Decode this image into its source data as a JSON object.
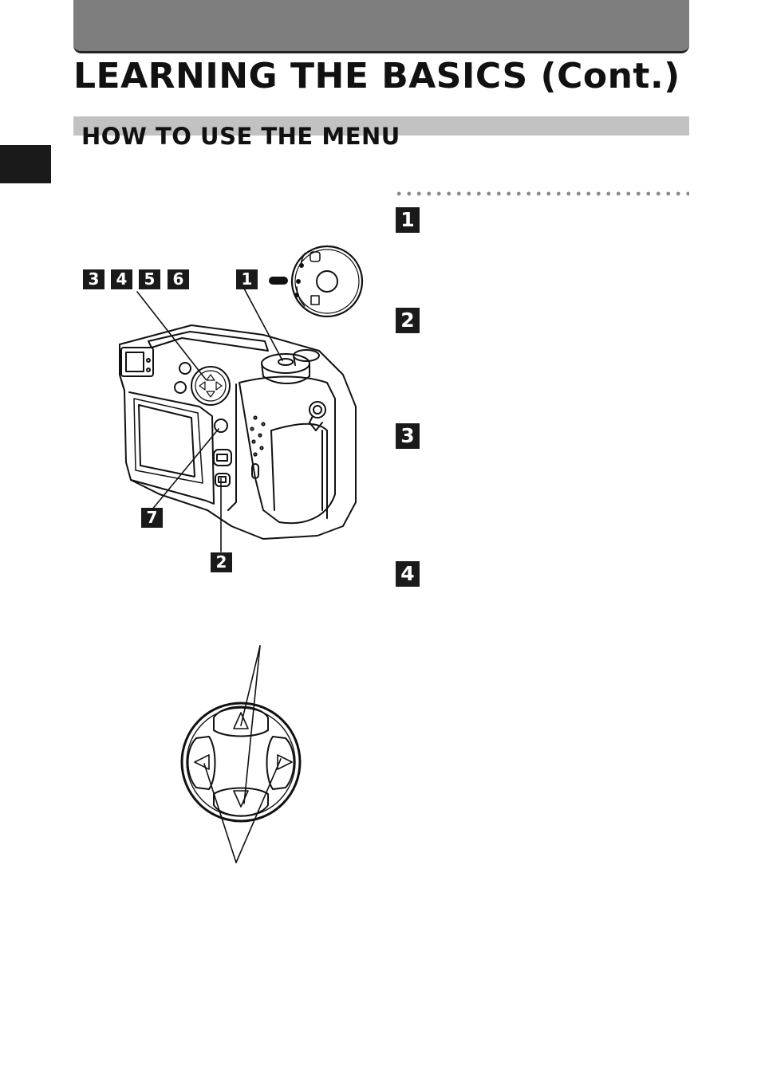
{
  "header": {
    "title": "LEARNING THE BASICS (Cont.)",
    "section_title": "HOW TO USE THE MENU"
  },
  "steps": [
    {
      "number": "1"
    },
    {
      "number": "2"
    },
    {
      "number": "3"
    },
    {
      "number": "4"
    }
  ],
  "callouts": {
    "c3": "3",
    "c4": "4",
    "c5": "5",
    "c6": "6",
    "c1": "1",
    "c7": "7",
    "c2": "2"
  },
  "colors": {
    "header_bar": "#7d7d7d",
    "section_band": "#c2c2c2",
    "badge": "#1a1a1a"
  }
}
